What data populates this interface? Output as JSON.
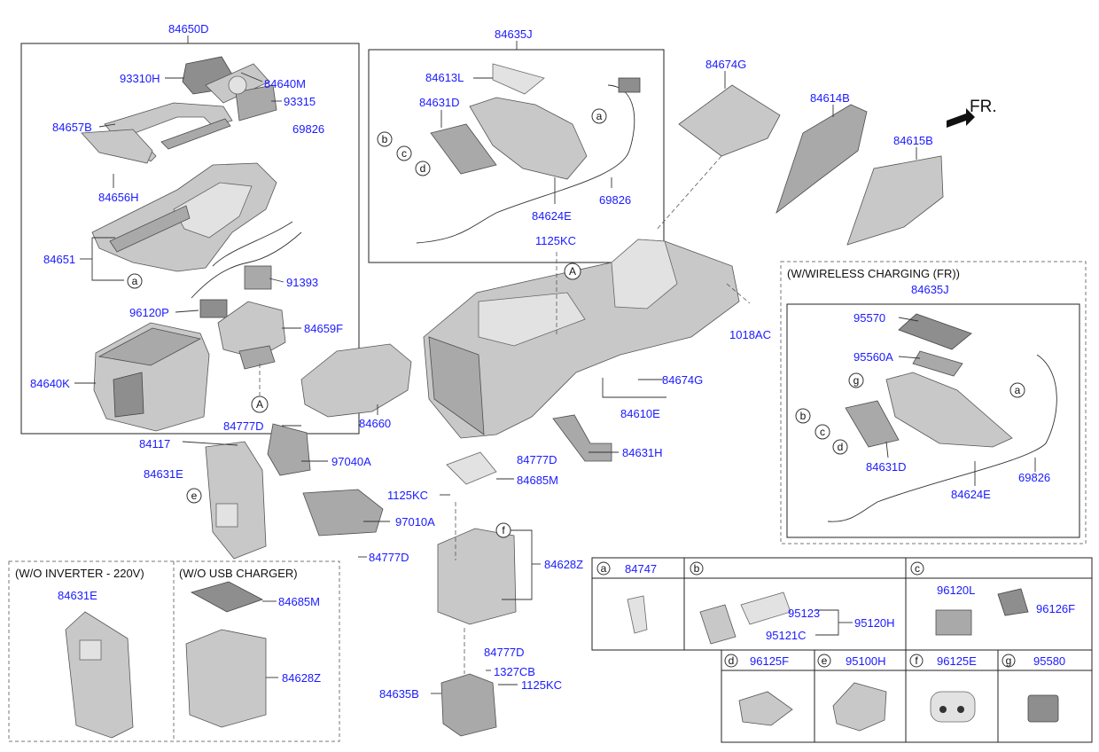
{
  "diagram": {
    "orientation_label": "FR.",
    "part_numbers": {
      "p84650D": "84650D",
      "p93310H": "93310H",
      "p84640M": "84640M",
      "p93315": "93315",
      "p84657B": "84657B",
      "p69826_a": "69826",
      "p84656H": "84656H",
      "p84651": "84651",
      "p91393": "91393",
      "p96120P": "96120P",
      "p84659F": "84659F",
      "p84640K": "84640K",
      "p84635J_a": "84635J",
      "p84613L": "84613L",
      "p84631D_a": "84631D",
      "p69826_b": "69826",
      "p84624E_a": "84624E",
      "p84674G_a": "84674G",
      "p84614B": "84614B",
      "p84615B": "84615B",
      "p1125KC_a": "1125KC",
      "p1018AC": "1018AC",
      "p84674G_b": "84674G",
      "p84610E": "84610E",
      "p84660": "84660",
      "p84777D_a": "84777D",
      "p84117": "84117",
      "p84631E_a": "84631E",
      "p97040A": "97040A",
      "p97010A": "97010A",
      "p84777D_b": "84777D",
      "p84631H": "84631H",
      "p84777D_c": "84777D",
      "p84685M_a": "84685M",
      "p1125KC_b": "1125KC",
      "p84628Z_a": "84628Z",
      "p84777D_d": "84777D",
      "p1327CB": "1327CB",
      "p1125KC_c": "1125KC",
      "p84635B": "84635B",
      "p84631E_b": "84631E",
      "p84685M_b": "84685M",
      "p84628Z_b": "84628Z",
      "p84635J_b": "84635J",
      "p95570": "95570",
      "p95560A": "95560A",
      "p84631D_b": "84631D",
      "p84624E_b": "84624E",
      "p69826_c": "69826"
    },
    "callout_letters": {
      "A1": "A",
      "A2": "A",
      "a1": "a",
      "a2": "a",
      "a3": "a",
      "b1": "b",
      "b2": "b",
      "c1": "c",
      "c2": "c",
      "d1": "d",
      "d2": "d",
      "e1": "e",
      "f1": "f",
      "g1": "g"
    },
    "variant_boxes": {
      "wireless_title": "(W/WIRELESS CHARGING (FR))",
      "inverter_title": "(W/O INVERTER - 220V)",
      "usb_title": "(W/O USB CHARGER)"
    },
    "legend": {
      "a": {
        "letter": "a",
        "part": "84747"
      },
      "b": {
        "letter": "b",
        "parts": [
          "95123",
          "95121C",
          "95120H"
        ]
      },
      "c": {
        "letter": "c",
        "parts": [
          "96120L",
          "96126F"
        ]
      },
      "d": {
        "letter": "d",
        "part": "96125F"
      },
      "e": {
        "letter": "e",
        "part": "95100H"
      },
      "f": {
        "letter": "f",
        "part": "96125E"
      },
      "g": {
        "letter": "g",
        "part": "95580"
      }
    }
  }
}
